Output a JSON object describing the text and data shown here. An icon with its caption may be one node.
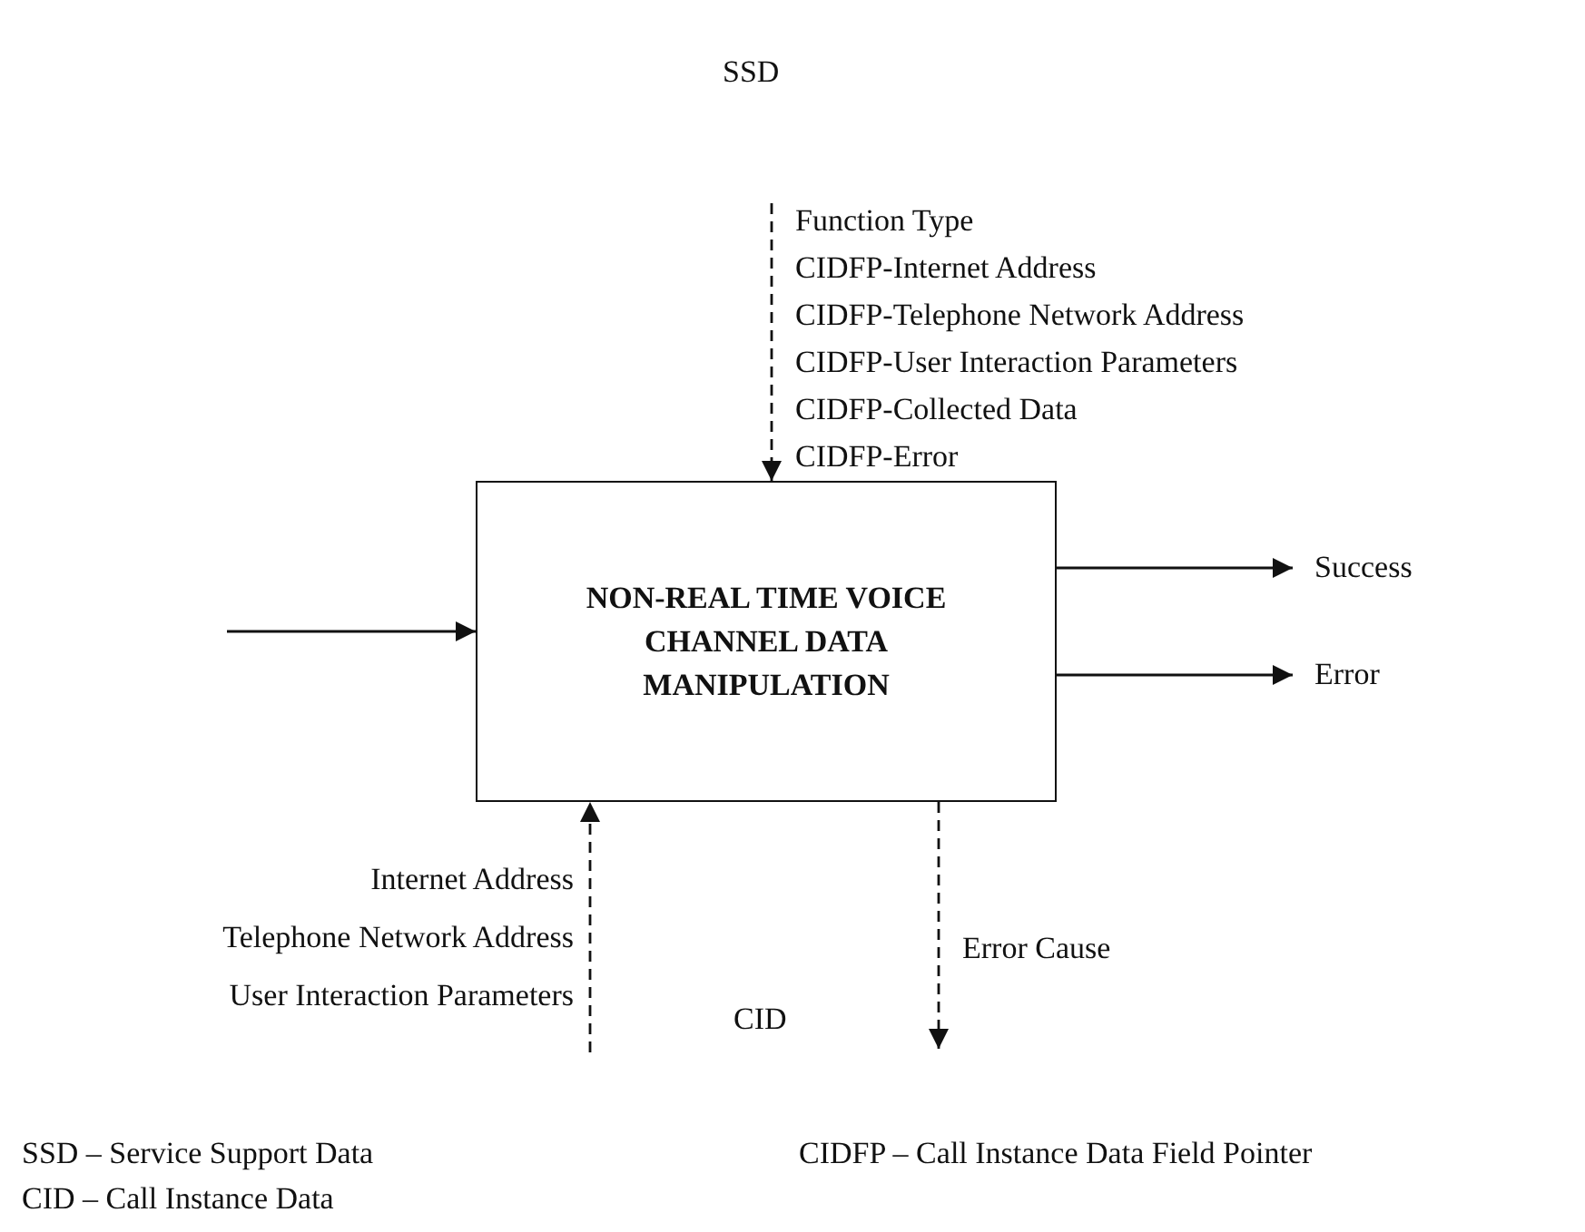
{
  "diagram": {
    "nodes": [
      {
        "text": [
          "SSD"
        ]
      },
      {
        "text": [
          "NON-REAL TIME VOICE CHANNEL DATA MANIPULATION"
        ]
      },
      {
        "text": [
          "Success"
        ]
      },
      {
        "text": [
          "Error"
        ]
      }
    ],
    "edges": [
      {
        "from": 0,
        "to": 1,
        "arrow": "to",
        "style": "dashed"
      },
      {
        "from": null,
        "to": 1,
        "arrow": "to"
      },
      {
        "from": 1,
        "to": 2,
        "arrow": "to"
      },
      {
        "from": 1,
        "to": 3,
        "arrow": "to"
      },
      {
        "from": null,
        "to": 1,
        "arrow": "to",
        "style": "dashed"
      },
      {
        "from": 1,
        "to": null,
        "arrow": "to",
        "style": "dashed",
        "label": "Error Cause"
      }
    ],
    "labels": [
      "Function Type",
      "CIDFP-Internet Address",
      "CIDFP-Telephone Network Address",
      "CIDFP-User Interaction Parameters",
      "CIDFP-Collected Data",
      "CIDFP-Error",
      "Internet Address",
      "Telephone Network Address",
      "User Interaction Parameters",
      "CID",
      "SSD – Service Support Data",
      "CIDFP – Call Instance Data Field Pointer",
      "CID – Call Instance Data"
    ]
  }
}
